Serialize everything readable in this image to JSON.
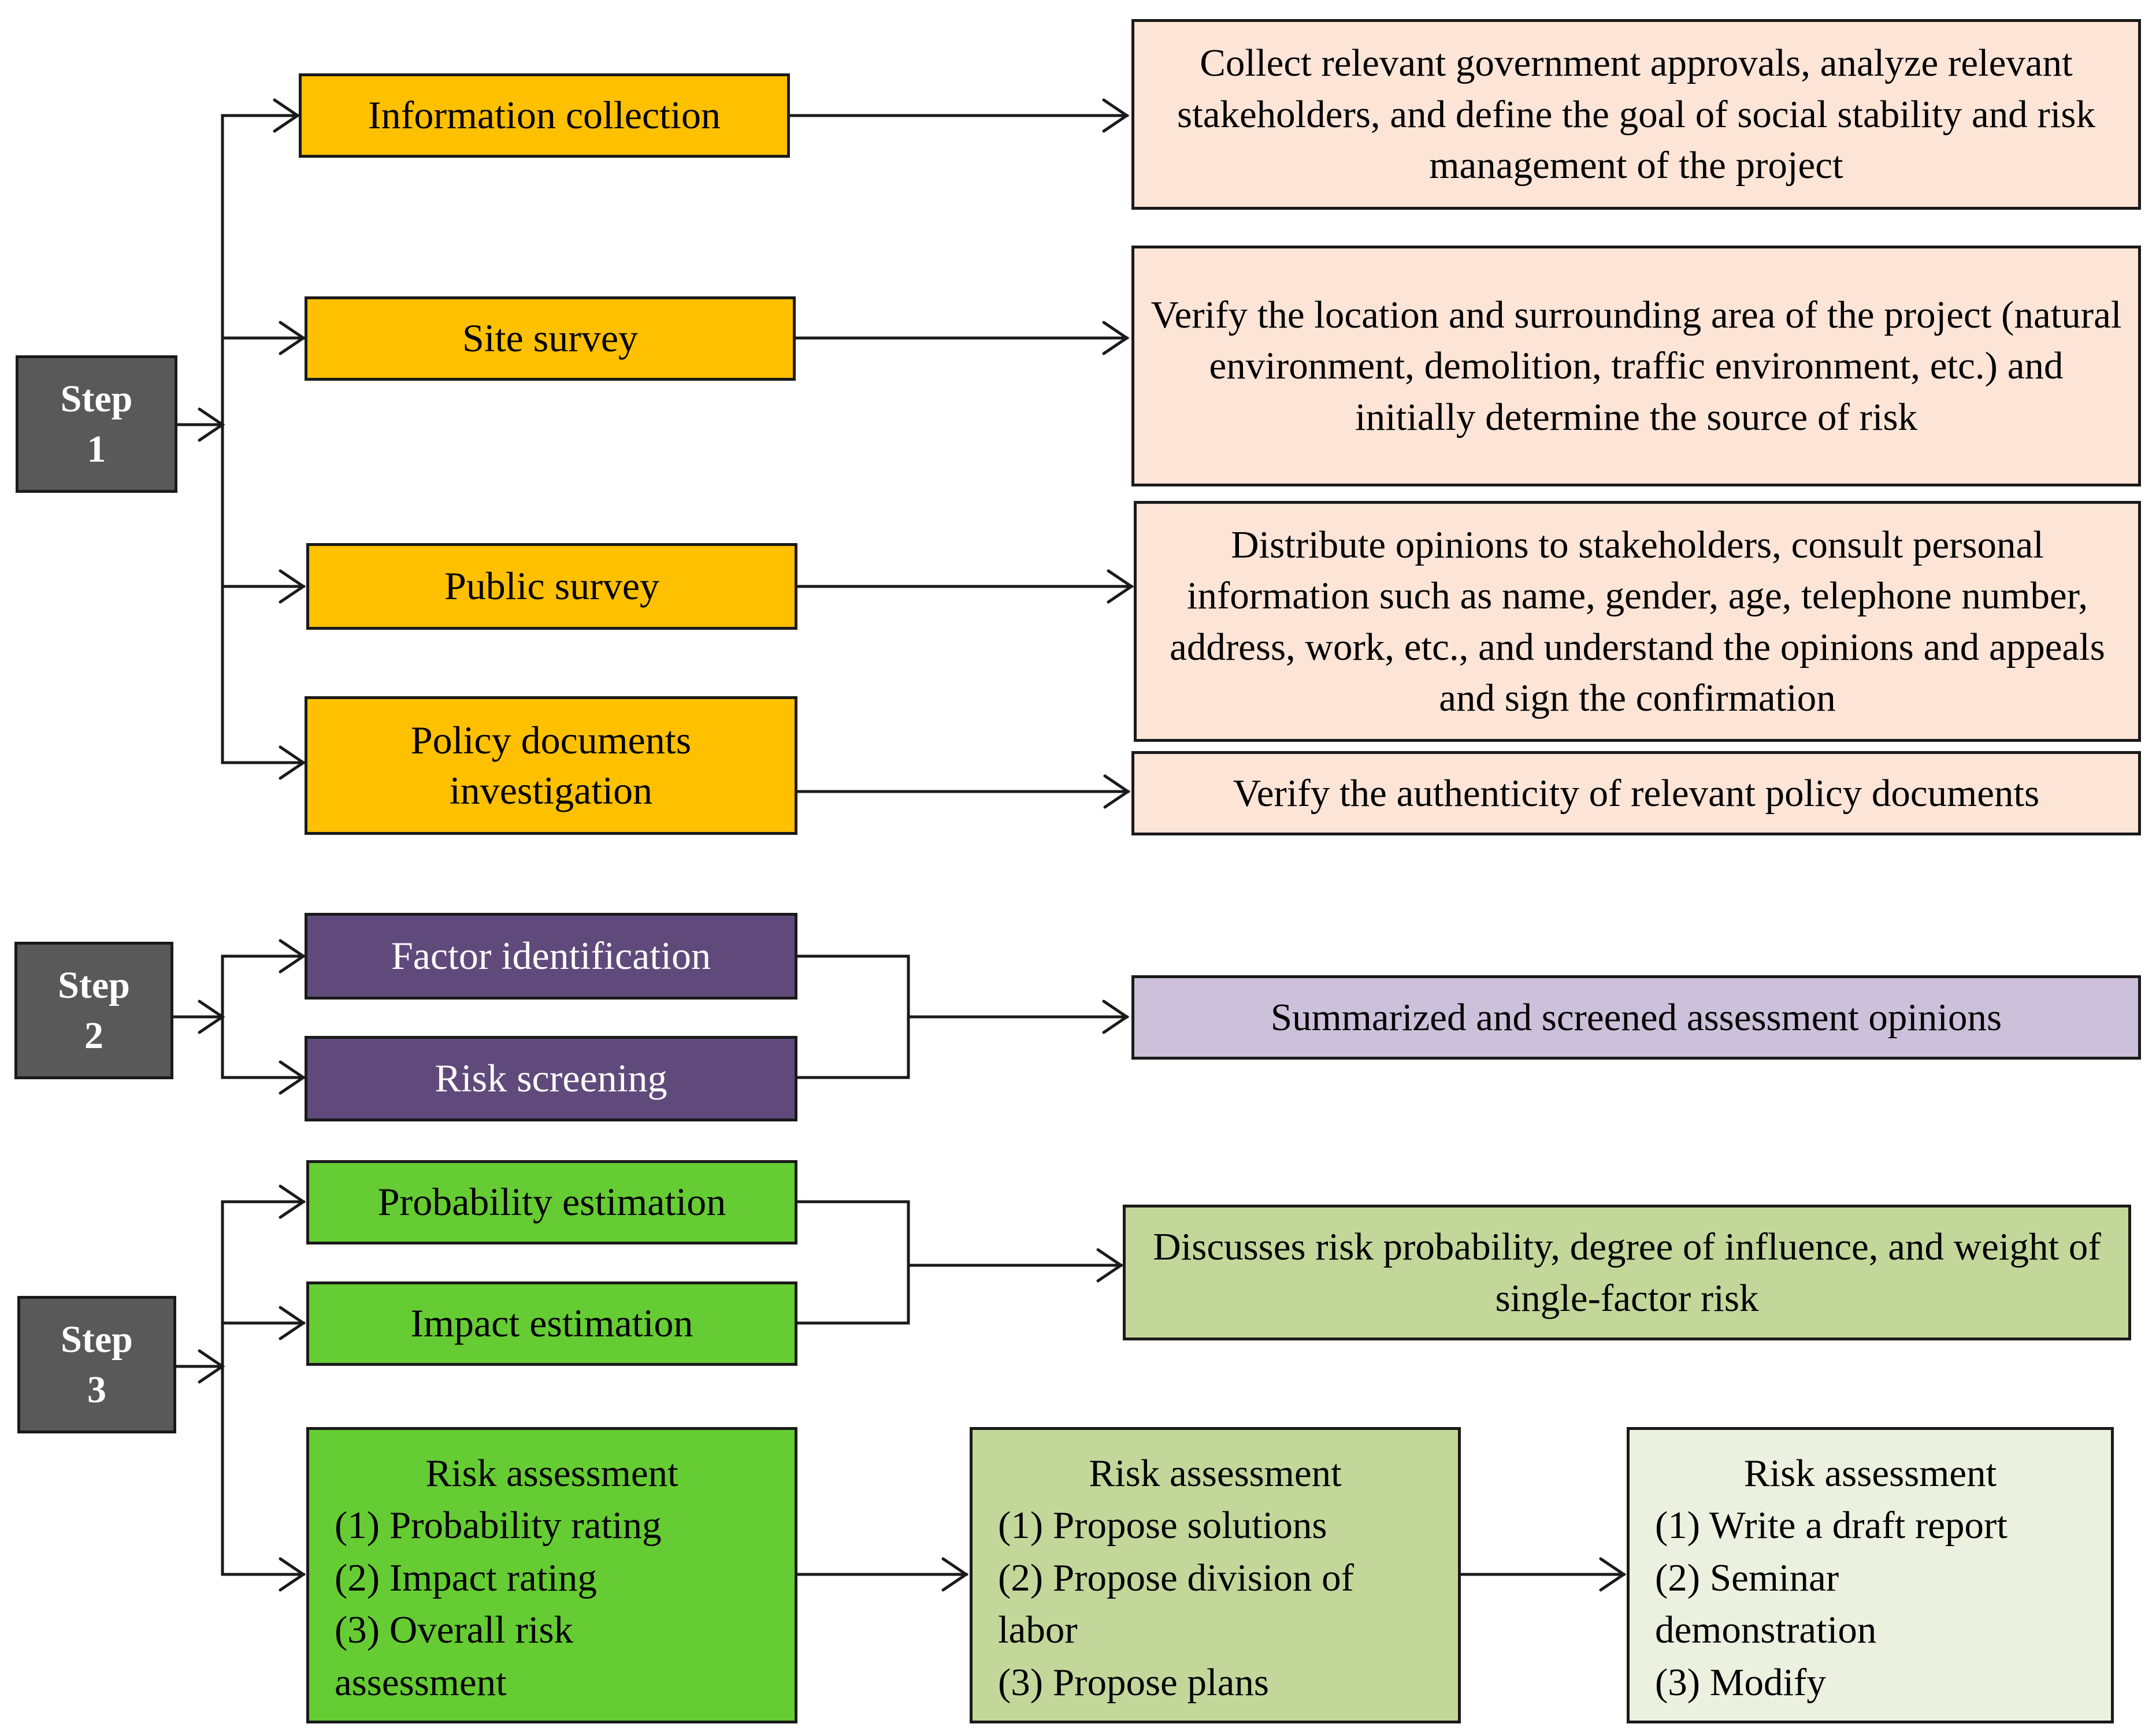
{
  "colors": {
    "step": "#595959",
    "yellow": "#ffc000",
    "peach": "#fce4d6",
    "purple": "#604a7b",
    "lavender": "#ccc0da",
    "green": "#66cc33",
    "sage": "#c4d79b",
    "pale_green": "#ebf1de",
    "line": "#1a1a1a"
  },
  "steps": [
    {
      "line1": "Step",
      "line2": "1",
      "actions": [
        "Information collection",
        "Site survey",
        "Public survey",
        "Policy documents investigation"
      ],
      "descriptions": [
        "Collect relevant government approvals, analyze relevant stakeholders, and define the goal of social stability and risk management of the project",
        "Verify the location and surrounding area of the project (natural environment, demolition, traffic environment, etc.) and initially determine the source of risk",
        "Distribute opinions to stakeholders, consult personal information such as name, gender, age, telephone number, address, work, etc., and understand the opinions and appeals and sign the confirmation",
        "Verify the authenticity of relevant policy documents"
      ]
    },
    {
      "line1": "Step",
      "line2": "2",
      "actions": [
        "Factor identification",
        "Risk screening"
      ],
      "description": "Summarized and screened assessment opinions"
    },
    {
      "line1": "Step",
      "line2": "3",
      "actions": [
        "Probability estimation",
        "Impact estimation"
      ],
      "description": "Discusses risk probability, degree of influence, and weight of single-factor risk",
      "assessments": [
        {
          "title": "Risk assessment",
          "items": [
            "(1) Probability rating",
            "(2) Impact rating",
            "(3) Overall risk",
            "assessment"
          ]
        },
        {
          "title": "Risk assessment",
          "items": [
            "(1) Propose solutions",
            "(2) Propose division of",
            "labor",
            "(3) Propose plans"
          ]
        },
        {
          "title": "Risk assessment",
          "items": [
            "(1) Write a draft report",
            "(2) Seminar",
            "demonstration",
            "(3) Modify"
          ]
        }
      ]
    }
  ]
}
